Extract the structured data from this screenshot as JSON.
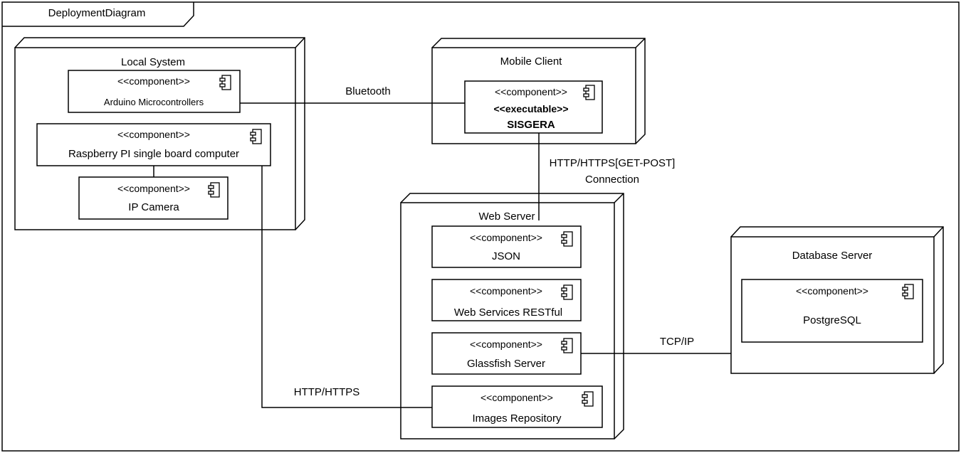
{
  "diagram": {
    "frame_title": "DeploymentDiagram",
    "nodes": {
      "local_system": {
        "title": "Local System",
        "components": {
          "arduino": {
            "stereotype": "<<component>>",
            "name": "Arduino Microcontrollers"
          },
          "raspberry": {
            "stereotype": "<<component>>",
            "name": "Raspberry PI single board computer"
          },
          "ip_camera": {
            "stereotype": "<<component>>",
            "name": "IP Camera"
          }
        }
      },
      "mobile_client": {
        "title": "Mobile Client",
        "components": {
          "sisgera": {
            "stereotype": "<<component>>",
            "stereotype2": "<<executable>>",
            "name": "SISGERA"
          }
        }
      },
      "web_server": {
        "title": "Web Server",
        "components": {
          "json": {
            "stereotype": "<<component>>",
            "name": "JSON"
          },
          "restful": {
            "stereotype": "<<component>>",
            "name": "Web Services RESTful"
          },
          "glassfish": {
            "stereotype": "<<component>>",
            "name": "Glassfish Server"
          },
          "images": {
            "stereotype": "<<component>>",
            "name": "Images Repository"
          }
        }
      },
      "database_server": {
        "title": "Database Server",
        "components": {
          "postgresql": {
            "stereotype": "<<component>>",
            "name": "PostgreSQL"
          }
        }
      }
    },
    "connections": {
      "bluetooth": "Bluetooth",
      "http_get_post_line1": "HTTP/HTTPS[GET-POST]",
      "http_get_post_line2": "Connection",
      "http_https": "HTTP/HTTPS",
      "tcp_ip": "TCP/IP"
    }
  }
}
